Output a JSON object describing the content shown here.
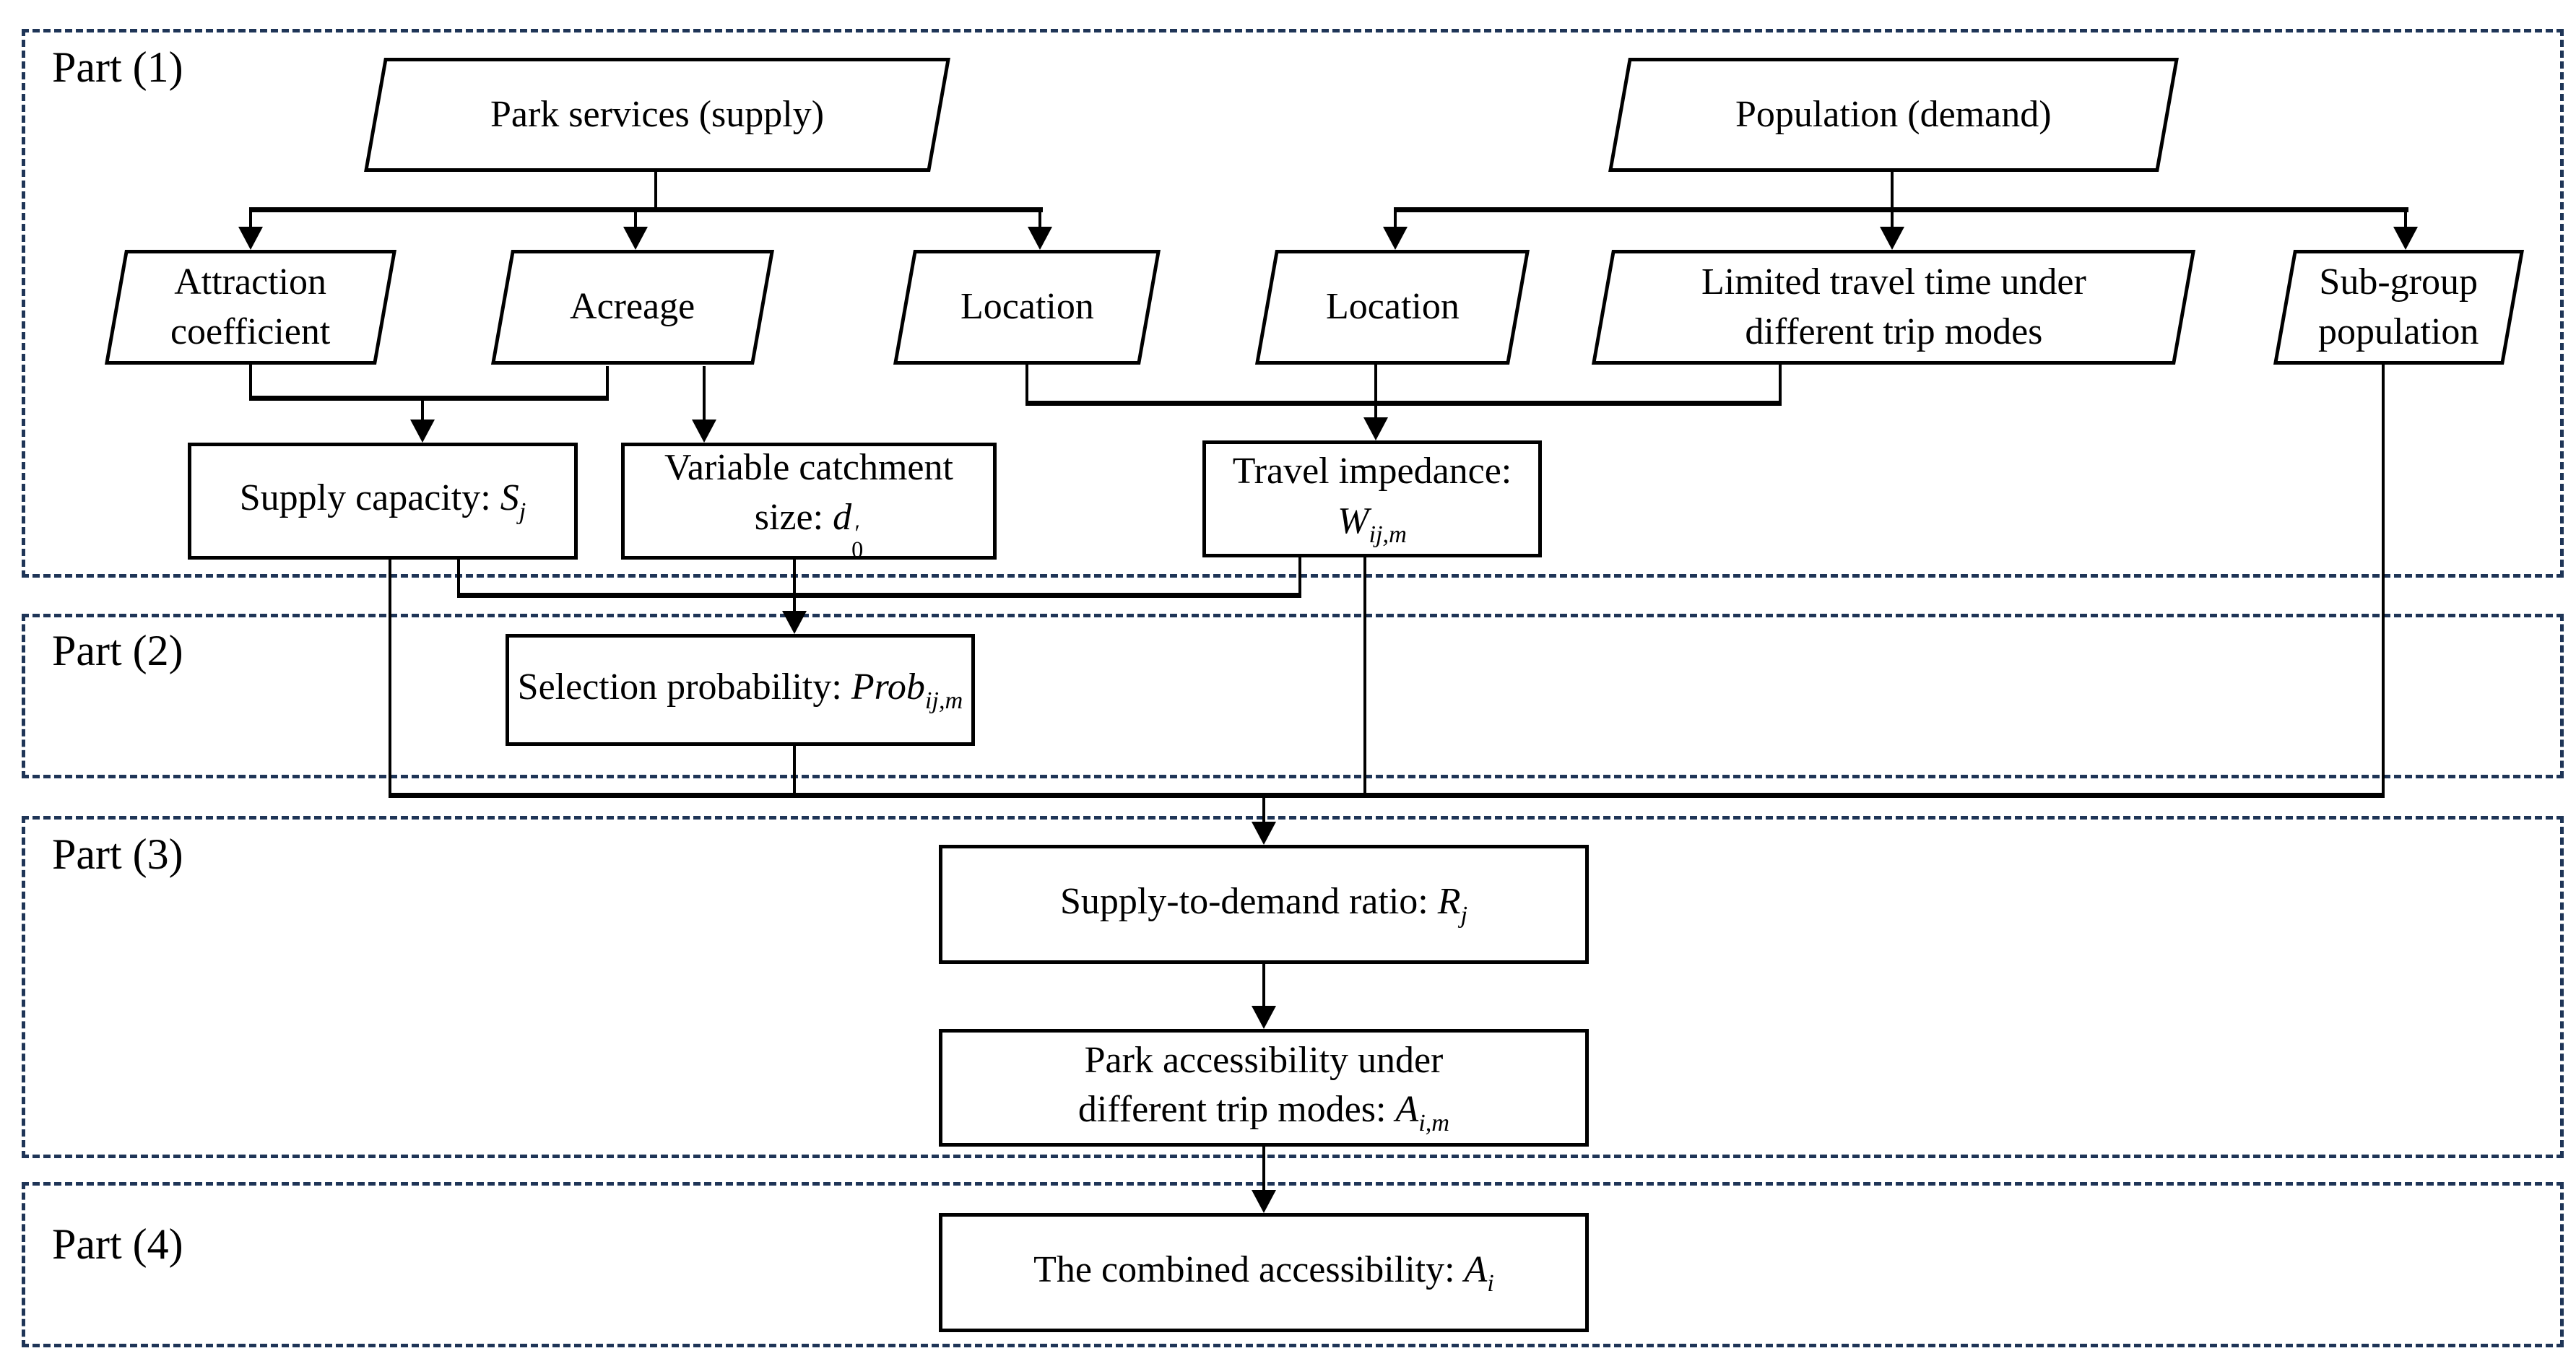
{
  "figure": {
    "type": "flowchart",
    "dash_color": "#1f3557",
    "line_color": "#000000",
    "parts": [
      {
        "label": "Part (1)"
      },
      {
        "label": "Part (2)"
      },
      {
        "label": "Part (3)"
      },
      {
        "label": "Part (4)"
      }
    ],
    "nodes": {
      "park_services": {
        "shape": "parallelogram",
        "label": "Park services (supply)"
      },
      "population": {
        "shape": "parallelogram",
        "label": "Population (demand)"
      },
      "attraction_coefficient": {
        "shape": "parallelogram",
        "line1": "Attraction",
        "line2": "coefficient"
      },
      "acreage": {
        "shape": "parallelogram",
        "label": "Acreage"
      },
      "location_supply": {
        "shape": "parallelogram",
        "label": "Location"
      },
      "location_demand": {
        "shape": "parallelogram",
        "label": "Location"
      },
      "limited_travel_time": {
        "shape": "parallelogram",
        "line1": "Limited travel time under",
        "line2": "different trip modes"
      },
      "subgroup_population": {
        "shape": "parallelogram",
        "line1": "Sub-group",
        "line2": "population"
      },
      "supply_capacity": {
        "shape": "rectangle",
        "prefix": "Supply capacity: ",
        "var": "S",
        "sub": "j"
      },
      "variable_catchment": {
        "shape": "rectangle",
        "line1": "Variable catchment",
        "prefix2": "size: ",
        "var": "d",
        "prime": "′",
        "sub0": "0"
      },
      "travel_impedance": {
        "shape": "rectangle",
        "line1": "Travel impedance:",
        "var": "W",
        "sub": "ij,m"
      },
      "selection_probability": {
        "shape": "rectangle",
        "prefix": "Selection probability: ",
        "var": "Prob",
        "sub": "ij,m"
      },
      "supply_demand_ratio": {
        "shape": "rectangle",
        "prefix": "Supply-to-demand ratio: ",
        "var": "R",
        "sub": "j"
      },
      "park_accessibility": {
        "shape": "rectangle",
        "line1": "Park accessibility under",
        "prefix2": "different trip modes: ",
        "var": "A",
        "sub": "i,m"
      },
      "combined_accessibility": {
        "shape": "rectangle",
        "prefix": "The combined accessibility: ",
        "var": "A",
        "sub": "i"
      }
    }
  }
}
